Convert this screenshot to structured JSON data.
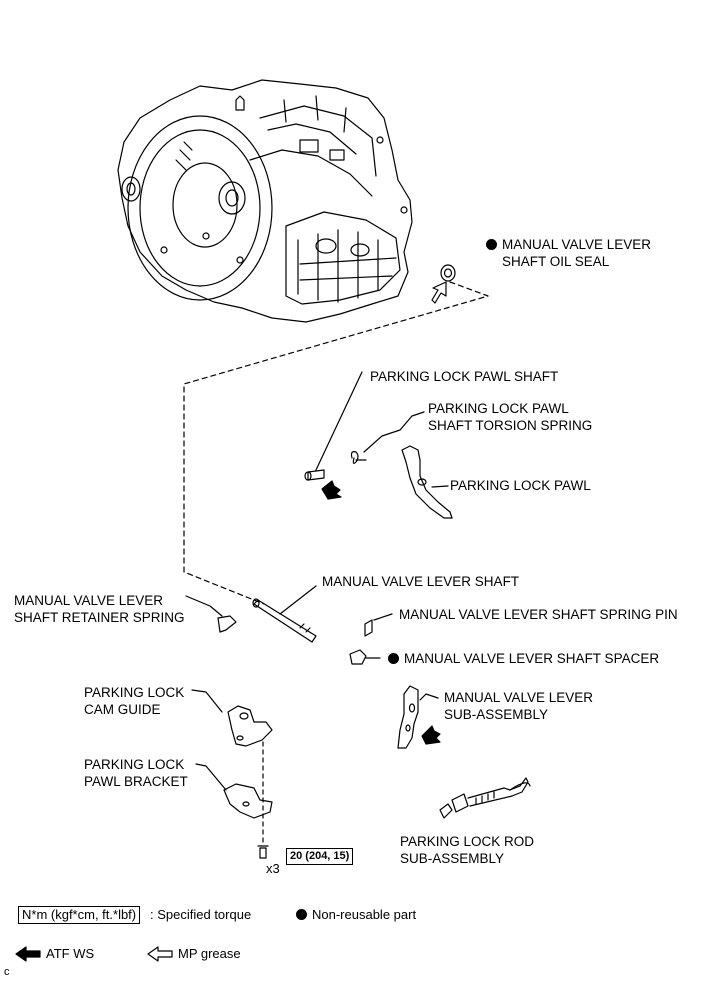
{
  "labels": {
    "oil_seal": [
      "MANUAL VALVE LEVER",
      "SHAFT OIL SEAL"
    ],
    "pawl_shaft": "PARKING LOCK PAWL SHAFT",
    "torsion_spring": [
      "PARKING LOCK PAWL",
      "SHAFT TORSION SPRING"
    ],
    "pawl": "PARKING LOCK PAWL",
    "lever_shaft": "MANUAL VALVE LEVER SHAFT",
    "retainer_spring": [
      "MANUAL VALVE LEVER",
      "SHAFT RETAINER SPRING"
    ],
    "spring_pin": "MANUAL VALVE LEVER SHAFT SPRING PIN",
    "spacer": "MANUAL VALVE LEVER SHAFT SPACER",
    "cam_guide": [
      "PARKING LOCK",
      "CAM GUIDE"
    ],
    "lever_sub": [
      "MANUAL VALVE LEVER",
      "SUB-ASSEMBLY"
    ],
    "pawl_bracket": [
      "PARKING LOCK",
      "PAWL BRACKET"
    ],
    "rod_sub": [
      "PARKING LOCK ROD",
      "SUB-ASSEMBLY"
    ]
  },
  "torque": {
    "value": "20 (204, 15)",
    "qty": "x3"
  },
  "legend": {
    "torque_unit": "N*m (kgf*cm, ft.*lbf)",
    "torque_text": ": Specified torque",
    "nonreusable": "Non-reusable part",
    "atf": "ATF WS",
    "mp": "MP grease"
  },
  "corner_code": "c",
  "colors": {
    "line": "#000000",
    "background": "#ffffff"
  },
  "icons": [
    "nonreusable-dot-icon",
    "atf-ws-arrow-icon",
    "mp-grease-arrow-icon"
  ]
}
